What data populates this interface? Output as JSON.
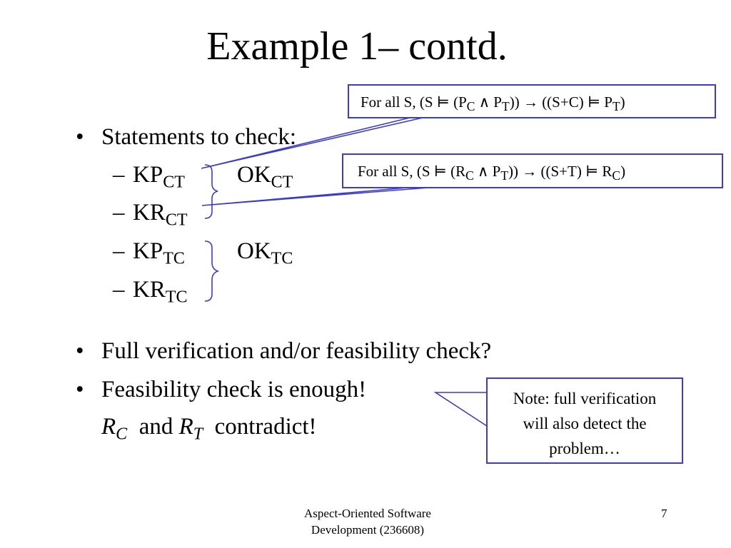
{
  "slide": {
    "title": "Example 1– contd.",
    "bullets": {
      "statements": "Statements to check:",
      "full_verification": "Full verification and/or feasibility check?",
      "feasibility": "Feasibility check is enough!"
    },
    "subitems": [
      {
        "dash": "–",
        "base": "KP",
        "sub": "CT",
        "ok_base": "OK",
        "ok_sub": "CT"
      },
      {
        "dash": "–",
        "base": "KR",
        "sub": "CT"
      },
      {
        "dash": "–",
        "base": "KP",
        "sub": "TC",
        "ok_base": "OK",
        "ok_sub": "TC"
      },
      {
        "dash": "–",
        "base": "KR",
        "sub": "TC"
      }
    ],
    "contradiction": {
      "r": "R",
      "r_sub1": "C",
      "and": "and",
      "r_sub2": "T",
      "tail": "contradict!"
    },
    "bullet_glyph": "•"
  },
  "callouts": {
    "first": {
      "lead": "For all S, (S ⊨ (P",
      "s1": "C",
      "mid1": " ∧ P",
      "s2": "T",
      "mid2": ")) → ((S+C) ⊨ P",
      "s3": "T",
      "tail": ")"
    },
    "second": {
      "lead": "For all S, (S ⊨ (R",
      "s1": "C",
      "mid1": " ∧ P",
      "s2": "T",
      "mid2": ")) → ((S+T) ⊨ R",
      "s3": "C",
      "tail": ")"
    },
    "note": {
      "line1": "Note: full verification",
      "line2": "will also detect the",
      "line3": "problem…"
    }
  },
  "footer": {
    "course_line1": "Aspect-Oriented Software",
    "course_line2": "Development (236608)",
    "page_number": "7"
  },
  "colors": {
    "accent": "#3c3cc8",
    "text": "#000000",
    "background": "#ffffff"
  }
}
